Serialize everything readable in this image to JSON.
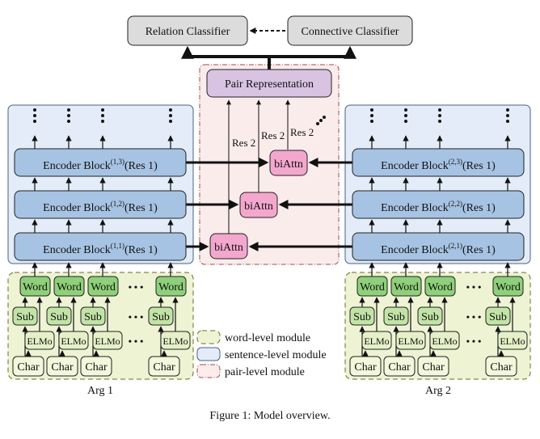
{
  "classifiers": {
    "relation": "Relation Classifier",
    "connective": "Connective Classifier"
  },
  "pair_representation": "Pair Representation",
  "res2_label": "Res 2",
  "biattn_label": "biAttn",
  "arg1": {
    "label": "Arg 1",
    "blocks": [
      {
        "name": "Encoder Block",
        "sup": "(1,1)",
        "res": "(Res 1)"
      },
      {
        "name": "Encoder Block",
        "sup": "(1,2)",
        "res": "(Res 1)"
      },
      {
        "name": "Encoder Block",
        "sup": "(1,3)",
        "res": "(Res 1)"
      }
    ]
  },
  "arg2": {
    "label": "Arg 2",
    "blocks": [
      {
        "name": "Encoder Block",
        "sup": "(2,1)",
        "res": "(Res 1)"
      },
      {
        "name": "Encoder Block",
        "sup": "(2,2)",
        "res": "(Res 1)"
      },
      {
        "name": "Encoder Block",
        "sup": "(2,3)",
        "res": "(Res 1)"
      }
    ]
  },
  "tokens": {
    "word": "Word",
    "sub": "Sub",
    "elmo": "ELMo",
    "char": "Char",
    "ellipsis": "• • •"
  },
  "legend": [
    {
      "label": "word-level module",
      "fill": "#eef3d4",
      "stroke": "#6b6b2a",
      "dash": "6,4"
    },
    {
      "label": "sentence-level module",
      "fill": "#e3ecf8",
      "stroke": "#4d6280",
      "dash": ""
    },
    {
      "label": "pair-level module",
      "fill": "#fbecec",
      "stroke": "#a14b4b",
      "dash": "6,2,1,2"
    }
  ],
  "caption": "Figure 1: Model overview.",
  "colors": {
    "encoder_fill": "#a7c3e3",
    "word_fill": "#8fd07a",
    "sub_fill": "#c2e3a6",
    "elmo_fill": "#e5f0c8",
    "char_fill": "#f3f7db",
    "biattn_fill": "#f4a7cd",
    "pair_fill": "#d9c3e3",
    "classifier_fill": "#dcdcdc"
  }
}
